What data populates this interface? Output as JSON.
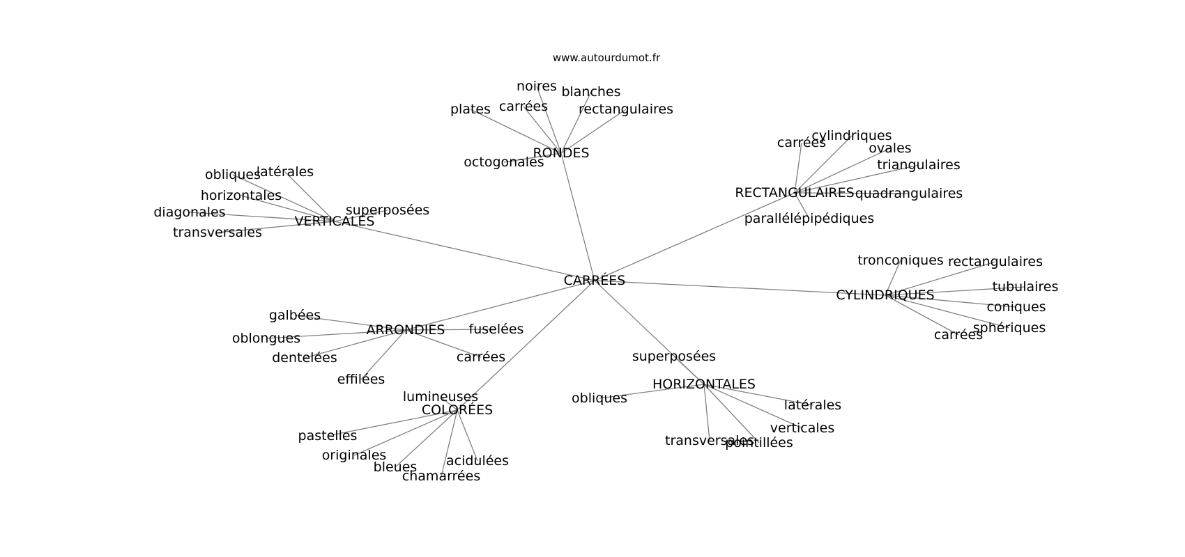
{
  "source": "www.autourdumot.fr",
  "colors": {
    "edge": "#808080",
    "text": "#000000",
    "background": "#ffffff"
  },
  "graph": {
    "center": "CARRÉES",
    "hubs": [
      {
        "id": "rondes",
        "label": "RONDES",
        "leaves": [
          "noires",
          "blanches",
          "plates",
          "carrées",
          "rectangulaires",
          "octogonales"
        ]
      },
      {
        "id": "rectangulaires",
        "label": "RECTANGULAIRES",
        "leaves": [
          "carrées",
          "cylindriques",
          "ovales",
          "triangulaires",
          "quadrangulaires",
          "parallélépipédiques"
        ]
      },
      {
        "id": "verticales",
        "label": "VERTICALES",
        "leaves": [
          "obliques",
          "latérales",
          "horizontales",
          "diagonales",
          "transversales",
          "superposées"
        ]
      },
      {
        "id": "cylindriques",
        "label": "CYLINDRIQUES",
        "leaves": [
          "tronconiques",
          "rectangulaires",
          "tubulaires",
          "coniques",
          "sphériques",
          "carrées"
        ]
      },
      {
        "id": "arrondies",
        "label": "ARRONDIES",
        "leaves": [
          "galbées",
          "oblongues",
          "dentelées",
          "fuselées",
          "carrées",
          "effilées"
        ]
      },
      {
        "id": "horizontales",
        "label": "HORIZONTALES",
        "leaves": [
          "superposées",
          "obliques",
          "latérales",
          "verticales",
          "transversales",
          "pointillées"
        ]
      },
      {
        "id": "colorees",
        "label": "COLORÉES",
        "leaves": [
          "lumineuses",
          "pastelles",
          "originales",
          "bleues",
          "acidulées",
          "chamarrées"
        ]
      }
    ]
  }
}
